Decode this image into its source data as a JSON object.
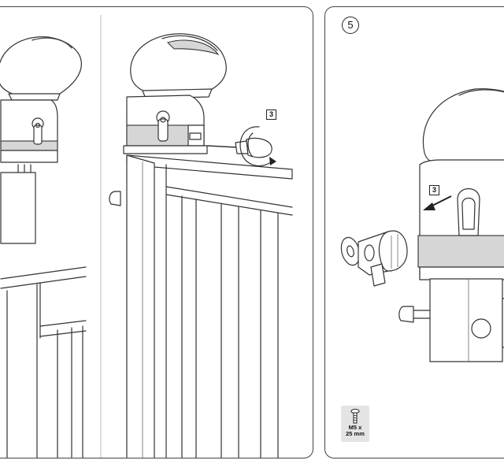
{
  "step_5": {
    "number": "5"
  },
  "callouts": {
    "screw_step": "3",
    "cylinder_step": "3"
  },
  "screw_spec": {
    "line1": "M5 x",
    "line2": "25 mm"
  }
}
